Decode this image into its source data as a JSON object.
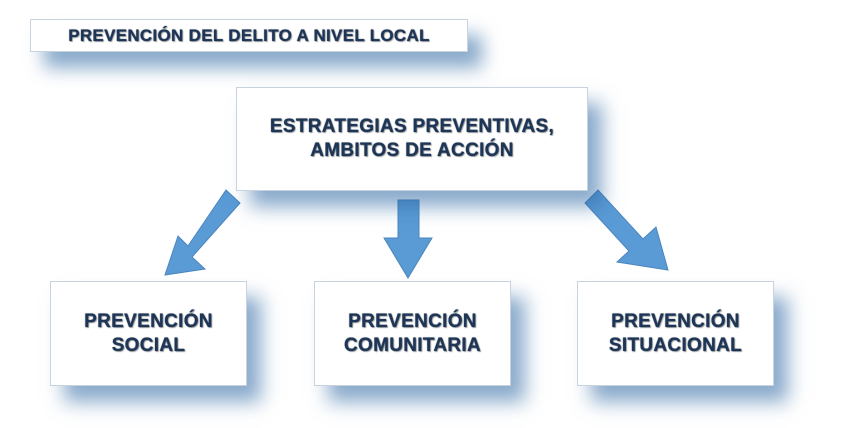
{
  "title": "PREVENCIÓN DEL DELITO A NIVEL LOCAL",
  "center": {
    "line1": "ESTRATEGIAS PREVENTIVAS,",
    "line2": "AMBITOS DE ACCIÓN"
  },
  "branches": [
    {
      "line1": "PREVENCIÓN",
      "line2": "SOCIAL"
    },
    {
      "line1": "PREVENCIÓN",
      "line2": "COMUNITARIA"
    },
    {
      "line1": "PREVENCIÓN",
      "line2": "SITUACIONAL"
    }
  ],
  "colors": {
    "arrow": "#5b9bd5",
    "text": "#1d3557"
  }
}
